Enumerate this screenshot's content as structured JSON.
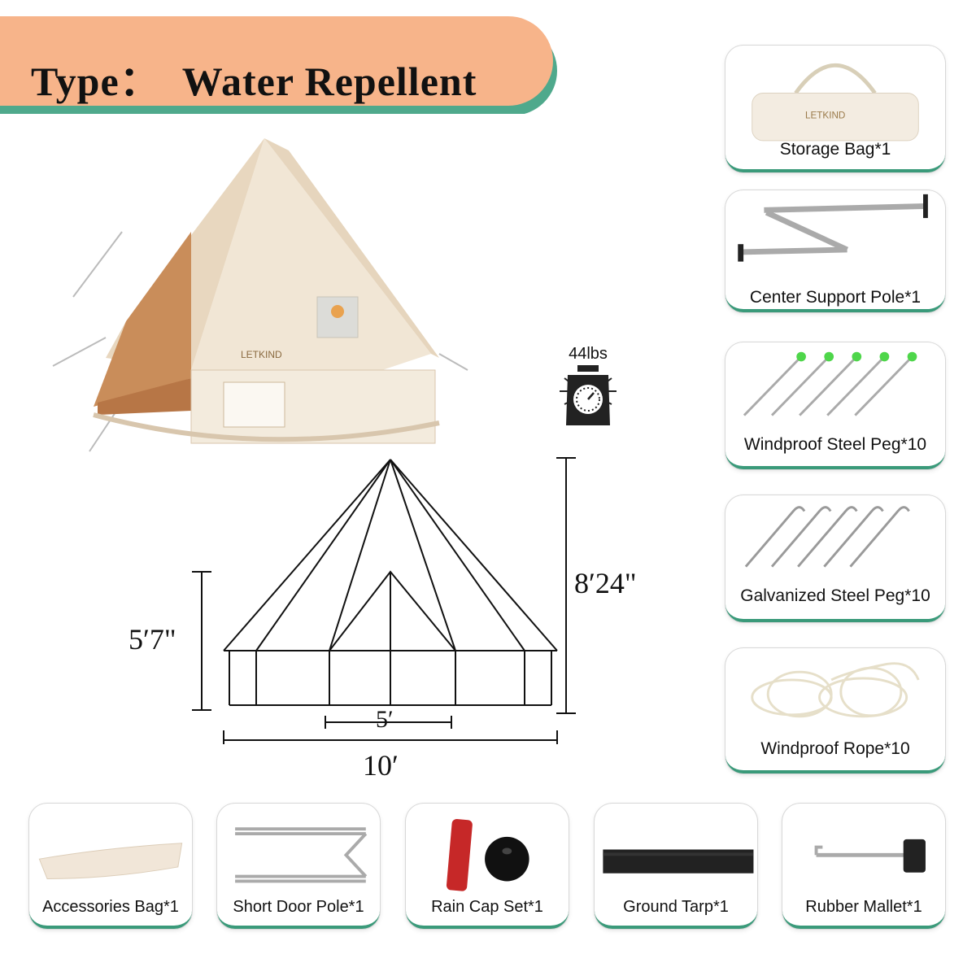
{
  "header": {
    "title": "Type：  Water Repellent"
  },
  "tent": {
    "brand": "LETKIND",
    "weight": "44lbs"
  },
  "dimensions": {
    "wall_height": "5′7\"",
    "total_height": "8′24\"",
    "door_width": "5′",
    "base_width": "10′"
  },
  "accessories_right": [
    {
      "label": "Storage Bag*1",
      "brand": "LETKIND"
    },
    {
      "label": "Center Support Pole*1"
    },
    {
      "label": "Windproof Steel Peg*10"
    },
    {
      "label": "Galvanized Steel Peg*10"
    },
    {
      "label": "Windproof Rope*10"
    }
  ],
  "accessories_bottom": [
    {
      "label": "Accessories Bag*1"
    },
    {
      "label": "Short Door Pole*1"
    },
    {
      "label": "Rain Cap Set*1"
    },
    {
      "label": "Ground Tarp*1"
    },
    {
      "label": "Rubber Mallet*1"
    }
  ],
  "colors": {
    "banner": "#F7B48A",
    "banner_shadow": "#4FA98C",
    "card_accent": "#3A9A7A",
    "canvas": "#EFE2CF"
  }
}
